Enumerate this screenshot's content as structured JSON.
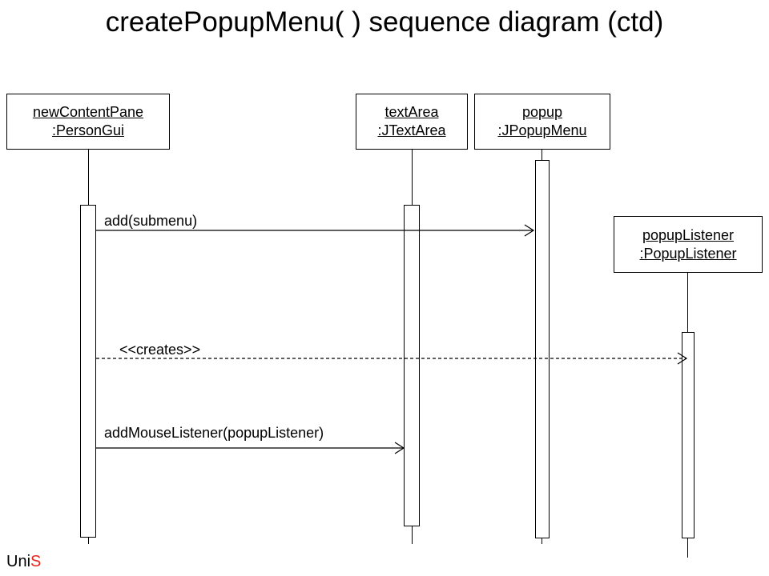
{
  "title": "createPopupMenu( ) sequence diagram (ctd)",
  "objects": [
    {
      "name": "newContentPane",
      "type": ":PersonGui"
    },
    {
      "name": "textArea",
      "type": ":JTextArea"
    },
    {
      "name": "popup",
      "type": ":JPopupMenu"
    },
    {
      "name": "popupListener",
      "type": ":PopupListener"
    }
  ],
  "messages": [
    {
      "label": "add(submenu)",
      "from": "newContentPane",
      "to": "popup",
      "style": "solid"
    },
    {
      "label": "<<creates>>",
      "from": "newContentPane",
      "to": "popupListener",
      "style": "dashed"
    },
    {
      "label": "addMouseListener(popupListener)",
      "from": "newContentPane",
      "to": "textArea",
      "style": "solid"
    }
  ],
  "logo": {
    "part1": "Uni",
    "part2": "S",
    "accent_color": "#e8261c"
  }
}
